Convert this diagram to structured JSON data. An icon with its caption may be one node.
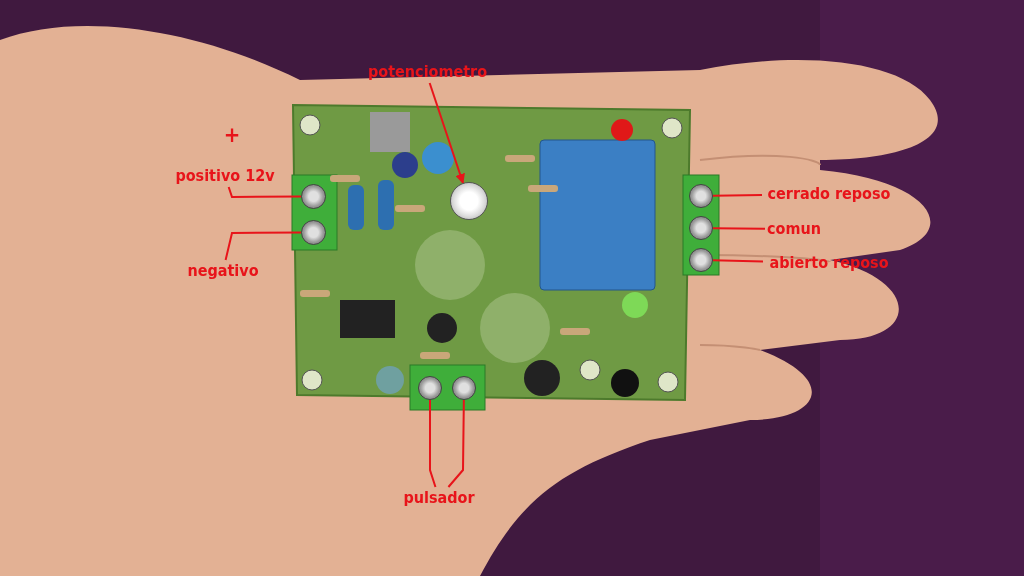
{
  "diagram": {
    "nodes": [
      {
        "text": [
          "potenciometro"
        ]
      },
      {
        "text": [],
        "shape": "circle"
      },
      {
        "text": [
          "positivo 12v"
        ]
      },
      {
        "text": [],
        "shape": "circle"
      },
      {
        "text": [
          "negativo"
        ]
      },
      {
        "text": [],
        "shape": "circle"
      },
      {
        "text": [
          "cerrado reposo"
        ]
      },
      {
        "text": [],
        "shape": "circle"
      },
      {
        "text": [
          "comun"
        ]
      },
      {
        "text": [],
        "shape": "circle"
      },
      {
        "text": [
          "abierto reposo"
        ]
      },
      {
        "text": [],
        "shape": "circle"
      },
      {
        "text": [
          "pulsador"
        ]
      },
      {
        "text": [],
        "shape": "circle"
      },
      {
        "text": [],
        "shape": "circle"
      }
    ],
    "edges": [
      {
        "from": 0,
        "to": 1,
        "arrow": "to"
      },
      {
        "from": 2,
        "to": 3,
        "arrow": "none"
      },
      {
        "from": 4,
        "to": 5,
        "arrow": "none"
      },
      {
        "from": 6,
        "to": 7,
        "arrow": "none"
      },
      {
        "from": 8,
        "to": 9,
        "arrow": "none"
      },
      {
        "from": 10,
        "to": 11,
        "arrow": "none"
      },
      {
        "from": 12,
        "to": 13,
        "arrow": "none"
      },
      {
        "from": 12,
        "to": 14,
        "arrow": "none"
      }
    ],
    "labels": [
      "+"
    ]
  }
}
